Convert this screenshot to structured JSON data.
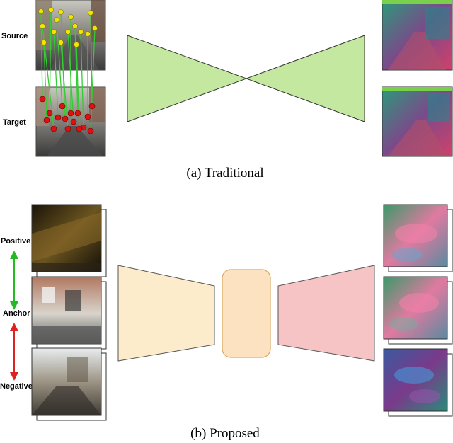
{
  "panel_a": {
    "caption": "(a) Traditional",
    "source_label": "Source",
    "target_label": "Target"
  },
  "panel_b": {
    "caption": "(b) Proposed",
    "positive_label": "Positive",
    "anchor_label": "Anchor",
    "negative_label": "Negative"
  },
  "colors": {
    "traditional_network": "#c5e8a0",
    "encoder": "#fdeccb",
    "bottleneck": "#fde2c2",
    "decoder": "#f6c4c4",
    "positive_arrow": "#22bb22",
    "negative_arrow": "#dd2222",
    "keypoint_source": "#f2e600",
    "keypoint_target": "#e01010",
    "match_line": "#33cc33"
  }
}
